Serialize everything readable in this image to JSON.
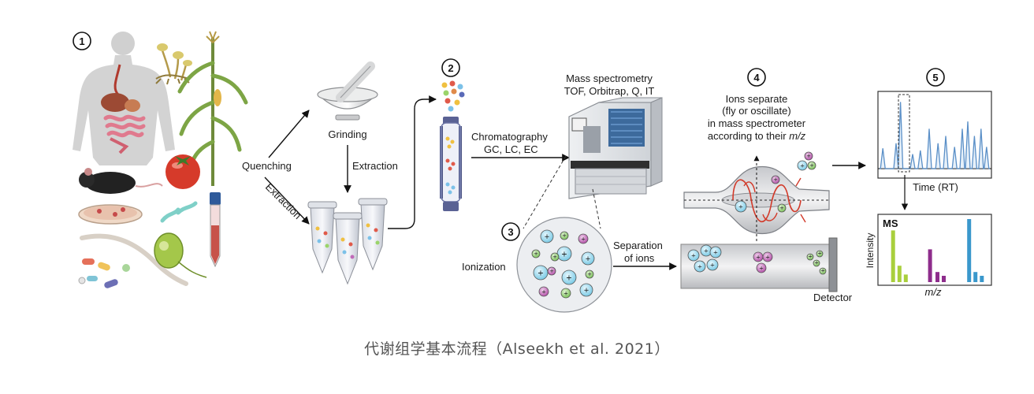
{
  "steps": {
    "step1": "1",
    "step2": "2",
    "step3": "3",
    "step4": "4",
    "step5": "5"
  },
  "labels": {
    "quenching": "Quenching",
    "grinding": "Grinding",
    "extraction_down": "Extraction",
    "extraction_diag": "Extraction",
    "ms_line1": "Mass spectrometry",
    "ms_line2": "TOF, Orbitrap, Q, IT",
    "chrom_line1": "Chromatography",
    "chrom_line2": "GC, LC, EC",
    "ion_line1": "Ions separate",
    "ion_line2": "(fly or oscillate)",
    "ion_line3": "in mass spectrometer",
    "ion_line4_a": "according to their ",
    "ion_line4_b": "m/z",
    "ionization": "Ionization",
    "separation_line1": "Separation",
    "separation_line2": "of ions",
    "detector": "Detector",
    "time_rt": "Time (RT)",
    "ms": "MS",
    "intensity": "Intensity",
    "mz": "m/z"
  },
  "ion_symbol": "+",
  "ion_colors": {
    "blue": "#8fd3ea",
    "purple": "#c76bbf",
    "green": "#8ccf6a"
  },
  "chromatogram": {
    "peaks": [
      [
        0.03,
        0.28
      ],
      [
        0.15,
        0.35
      ],
      [
        0.19,
        0.92
      ],
      [
        0.3,
        0.2
      ],
      [
        0.37,
        0.25
      ],
      [
        0.45,
        0.55
      ],
      [
        0.53,
        0.35
      ],
      [
        0.6,
        0.45
      ],
      [
        0.68,
        0.3
      ],
      [
        0.75,
        0.55
      ],
      [
        0.8,
        0.65
      ],
      [
        0.86,
        0.45
      ],
      [
        0.92,
        0.55
      ],
      [
        0.97,
        0.3
      ]
    ]
  },
  "ms_bars": [
    {
      "x": 0.08,
      "h": 0.82,
      "color": "#a9cf3c"
    },
    {
      "x": 0.14,
      "h": 0.26,
      "color": "#a9cf3c"
    },
    {
      "x": 0.2,
      "h": 0.12,
      "color": "#a9cf3c"
    },
    {
      "x": 0.43,
      "h": 0.52,
      "color": "#8e2d8c"
    },
    {
      "x": 0.5,
      "h": 0.16,
      "color": "#8e2d8c"
    },
    {
      "x": 0.56,
      "h": 0.1,
      "color": "#8e2d8c"
    },
    {
      "x": 0.8,
      "h": 1.0,
      "color": "#3a98cc"
    },
    {
      "x": 0.86,
      "h": 0.16,
      "color": "#3a98cc"
    },
    {
      "x": 0.92,
      "h": 0.1,
      "color": "#3a98cc"
    }
  ],
  "caption": "代谢组学基本流程（Alseekh et al. 2021）"
}
